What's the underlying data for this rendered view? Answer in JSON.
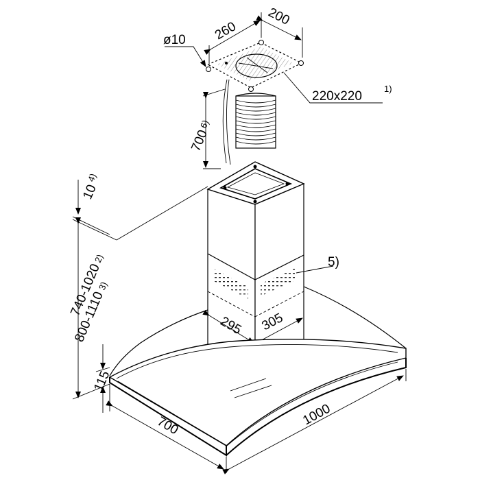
{
  "figure": {
    "labels": {
      "bracket_hole_dia": "ø10",
      "bracket_width": "260",
      "bracket_depth": "200",
      "duct_opening": "220x220",
      "duct_opening_note": "1)",
      "duct_length": "700",
      "duct_length_note": "6)",
      "ceiling_gap": "10",
      "ceiling_gap_note": "4)",
      "height_range_a": "740-1020",
      "height_range_a_note": "2)",
      "height_range_b": "800-1110",
      "height_range_b_note": "3)",
      "vent_callout": "5)",
      "chimney_width": "295",
      "chimney_depth": "305",
      "canopy_height": "115",
      "canopy_depth": "700",
      "canopy_width": "1000"
    }
  }
}
